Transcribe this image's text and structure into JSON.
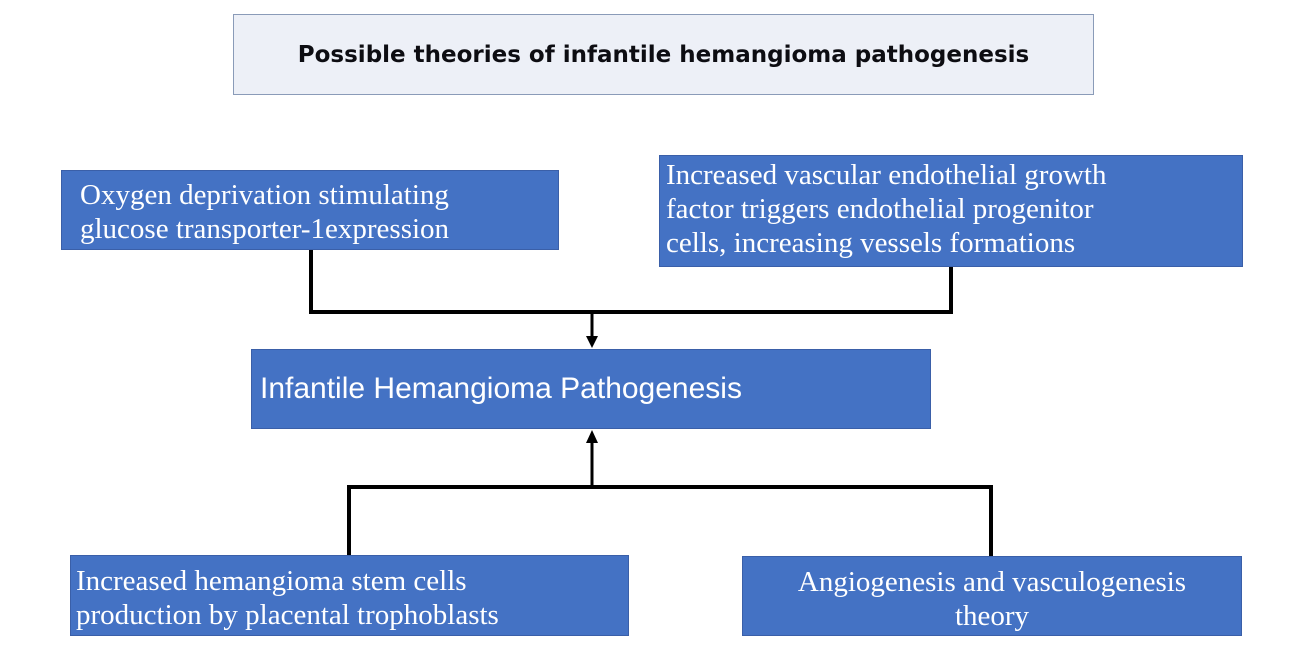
{
  "title": "Possible theories of infantile hemangioma pathogenesis",
  "center": {
    "label": "Infantile Hemangioma Pathogenesis"
  },
  "theories": {
    "oxygen": {
      "line1": "Oxygen deprivation stimulating",
      "line2": "glucose transporter-1expression"
    },
    "vegf": {
      "line1": "Increased vascular endothelial growth",
      "line2": "factor triggers endothelial progenitor",
      "line3": "cells, increasing vessels formations"
    },
    "stem_cells": {
      "line1": "Increased hemangioma stem cells",
      "line2": "production by placental trophoblasts"
    },
    "angiogenesis": {
      "line1": "Angiogenesis and vasculogenesis",
      "line2": "theory"
    }
  },
  "colors": {
    "box_fill": "#4472c4",
    "box_text": "#ffffff",
    "title_fill": "#edf0f7",
    "connector": "#000000"
  }
}
